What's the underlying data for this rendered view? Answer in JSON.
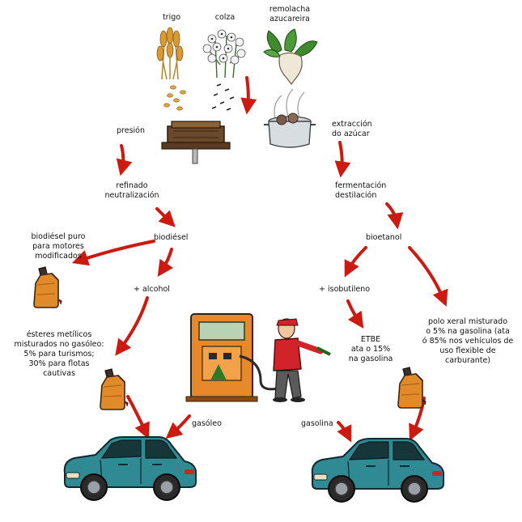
{
  "crops": {
    "wheat": "trigo",
    "rapeseed": "colza",
    "sugar_beet": "remolacha\nazucareira"
  },
  "left_branch": {
    "step1": "presión",
    "step2": "refinado\nneutralización",
    "product": "biodiésel",
    "pure_use": "biodiésel puro\npara motores\nmodificados",
    "additive": "+ alcohol",
    "blend_use": "ésteres metílicos\nmisturados no gasóleo:\n5% para turismos;\n30% para flotas\ncautivas",
    "fuel": "gasóleo"
  },
  "right_branch": {
    "step1": "extracción\ndo azúcar",
    "step2": "fermentación\ndestilación",
    "product": "bioetanol",
    "additive": "+ isobutileno",
    "etbe_use": "ETBE\nata o 15%\nna gasolina",
    "blend_use": "polo xeral misturado\no 5% na gasolina (ata\nó 85% nos vehículos de\nuso flexible de\ncarburante)",
    "fuel": "gasolina"
  },
  "colors": {
    "arrow": "#cc1a10",
    "car_body": "#2f8a94",
    "canister": "#e08a2a",
    "pump": "#e7892b",
    "attendant_shirt": "#d3232a"
  }
}
